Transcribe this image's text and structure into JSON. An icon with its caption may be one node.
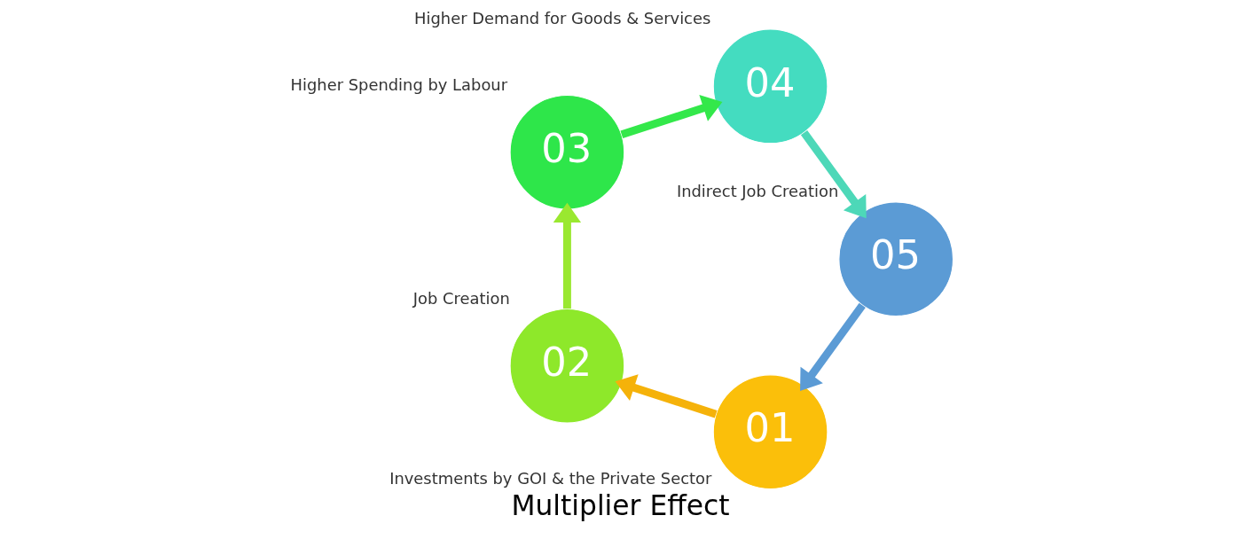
{
  "diagram": {
    "title": "Multiplier Effect",
    "nodes": [
      {
        "text": [
          "01"
        ],
        "beside": [
          "Investments by GOI & the Private Sector"
        ]
      },
      {
        "text": [
          "02"
        ],
        "beside": [
          "Job Creation"
        ]
      },
      {
        "text": [
          "03"
        ],
        "beside": [
          "Higher Spending by Labour"
        ]
      },
      {
        "text": [
          "04"
        ],
        "beside": [
          "Higher Demand for Goods & Services"
        ]
      },
      {
        "text": [
          "05"
        ],
        "beside": [
          "Indirect Job Creation"
        ]
      }
    ],
    "edges": [
      {
        "from": 0,
        "to": 1,
        "arrow": "to",
        "color": "#f5b20a"
      },
      {
        "from": 1,
        "to": 2,
        "arrow": "to",
        "color": "#9ae830"
      },
      {
        "from": 2,
        "to": 3,
        "arrow": "to",
        "color": "#33e84a"
      },
      {
        "from": 3,
        "to": 4,
        "arrow": "to",
        "color": "#4dd8b8"
      },
      {
        "from": 4,
        "to": 0,
        "arrow": "to",
        "color": "#5b9bd5"
      }
    ]
  }
}
